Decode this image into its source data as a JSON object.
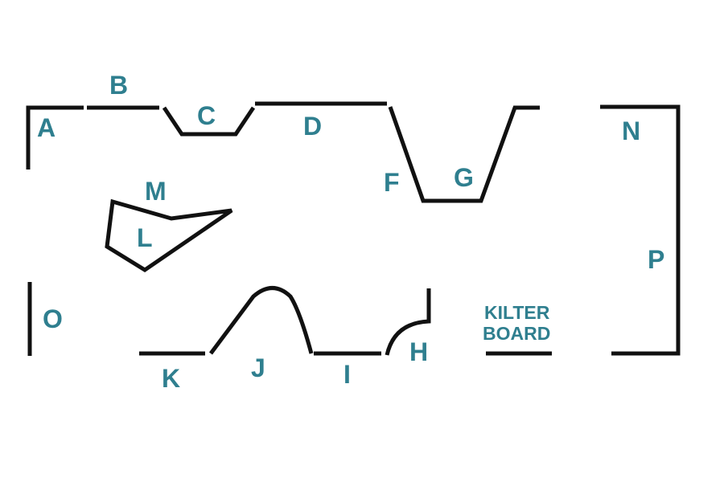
{
  "colors": {
    "walls": "#111111",
    "labels": "#2f7f8f",
    "background": "#ffffff"
  },
  "labels": {
    "A": "A",
    "B": "B",
    "C": "C",
    "D": "D",
    "F": "F",
    "G": "G",
    "H": "H",
    "I": "I",
    "J": "J",
    "K": "K",
    "L": "L",
    "M": "M",
    "N": "N",
    "O": "O",
    "P": "P",
    "kilter_line1": "KILTER",
    "kilter_line2": "BOARD"
  }
}
